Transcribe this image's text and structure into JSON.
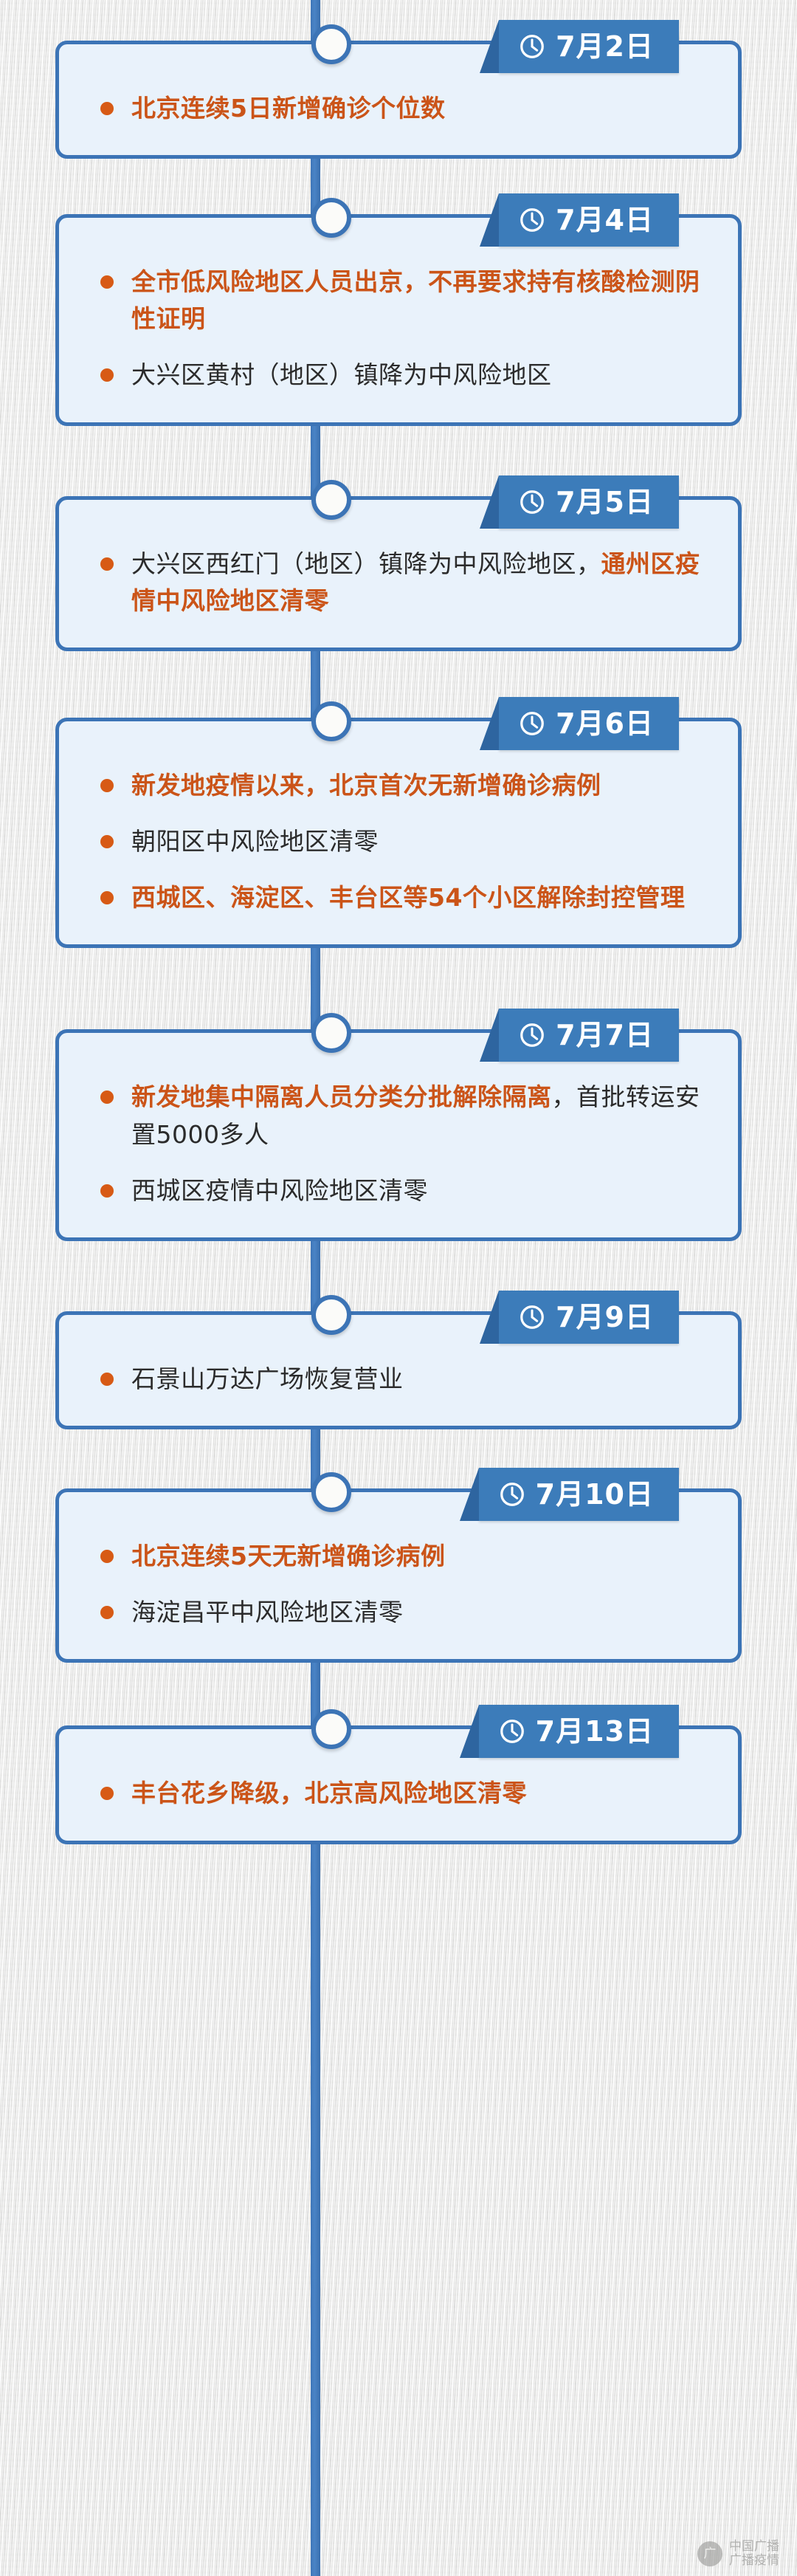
{
  "meta": {
    "colors": {
      "spine_blue": "#3c74b6",
      "banner_blue": "#3c7cba",
      "card_fill": "#e9f2fb",
      "highlight_orange": "#cb5418",
      "bullet_orange": "#d75a15",
      "body_dark": "#2b2b2b",
      "background_gray": "#e7e7e6"
    },
    "clock_icon_name": "clock-icon"
  },
  "watermark": {
    "badge_glyph": "广",
    "line1": "中国广播",
    "line2": "广播疫情"
  },
  "timeline": {
    "entries": [
      {
        "id": "entry-0702",
        "date": "7月2日",
        "icon": "clock-icon",
        "bullets": [
          {
            "segments": [
              {
                "text": "北京连续5日新增确诊个位数",
                "style": "orange"
              }
            ]
          }
        ]
      },
      {
        "id": "entry-0704",
        "date": "7月4日",
        "icon": "clock-icon",
        "bullets": [
          {
            "segments": [
              {
                "text": "全市低风险地区人员出京，不再要求持有核酸检测阴性证明",
                "style": "orange"
              }
            ]
          },
          {
            "segments": [
              {
                "text": "大兴区黄村（地区）镇降为中风险地区",
                "style": "dark"
              }
            ]
          }
        ]
      },
      {
        "id": "entry-0705",
        "date": "7月5日",
        "icon": "clock-icon",
        "bullets": [
          {
            "segments": [
              {
                "text": "大兴区西红门（地区）镇降为中风险地区，",
                "style": "dark"
              },
              {
                "text": "通州区疫情中风险地区清零",
                "style": "orange"
              }
            ]
          }
        ]
      },
      {
        "id": "entry-0706",
        "date": "7月6日",
        "icon": "clock-icon",
        "bullets": [
          {
            "segments": [
              {
                "text": "新发地疫情以来，北京首次无新增确诊病例",
                "style": "orange"
              }
            ]
          },
          {
            "segments": [
              {
                "text": "朝阳区中风险地区清零",
                "style": "dark"
              }
            ]
          },
          {
            "segments": [
              {
                "text": "西城区、海淀区、丰台区等54个小区解除封控管理",
                "style": "orange"
              }
            ]
          }
        ]
      },
      {
        "id": "entry-0707",
        "date": "7月7日",
        "icon": "clock-icon",
        "bullets": [
          {
            "segments": [
              {
                "text": "新发地集中隔离人员分类分批解除隔离",
                "style": "orange"
              },
              {
                "text": "，首批转运安置5000多人",
                "style": "dark"
              }
            ]
          },
          {
            "segments": [
              {
                "text": "西城区疫情中风险地区清零",
                "style": "dark"
              }
            ]
          }
        ]
      },
      {
        "id": "entry-0709",
        "date": "7月9日",
        "icon": "clock-icon",
        "bullets": [
          {
            "segments": [
              {
                "text": "石景山万达广场恢复营业",
                "style": "dark"
              }
            ]
          }
        ]
      },
      {
        "id": "entry-0710",
        "date": "7月10日",
        "icon": "clock-icon",
        "bullets": [
          {
            "segments": [
              {
                "text": "北京连续5天无新增确诊病例",
                "style": "orange"
              }
            ]
          },
          {
            "segments": [
              {
                "text": "海淀昌平中风险地区清零",
                "style": "dark"
              }
            ]
          }
        ]
      },
      {
        "id": "entry-0713",
        "date": "7月13日",
        "icon": "clock-icon",
        "bullets": [
          {
            "segments": [
              {
                "text": "丰台花乡降级，北京高风险地区清零",
                "style": "orange"
              }
            ]
          }
        ]
      }
    ]
  }
}
